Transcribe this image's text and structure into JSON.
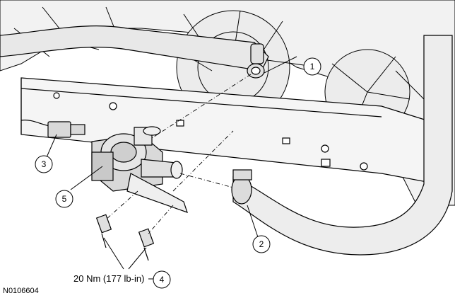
{
  "figure_id": "N0106604",
  "callouts": [
    {
      "number": "1"
    },
    {
      "number": "2"
    },
    {
      "number": "3"
    },
    {
      "number": "4"
    },
    {
      "number": "5"
    }
  ],
  "torque_spec": "20 Nm (177 lb-in)",
  "colors": {
    "line": "#000000",
    "background": "#ffffff",
    "shade": "#d9d9d9"
  }
}
